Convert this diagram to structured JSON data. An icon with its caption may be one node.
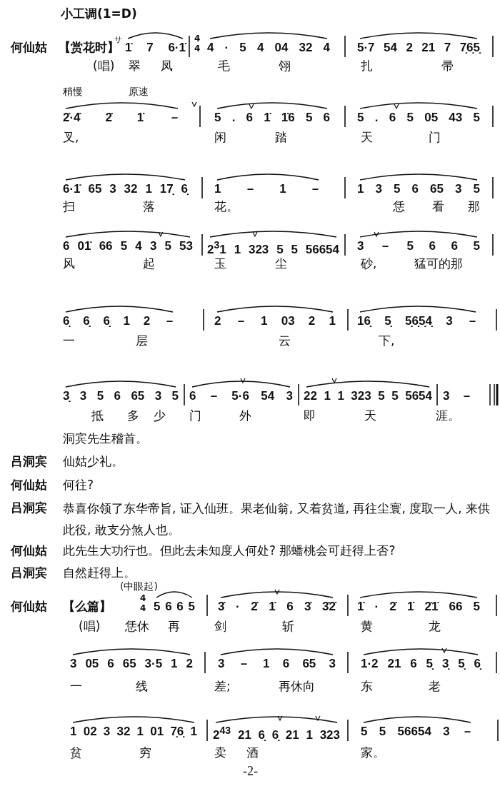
{
  "diagram": {
    "labels": [
      "小工调(1=D)",
      "何仙姑",
      "【赏花时】",
      "サ",
      "1̇ 7 6·1̇",
      "4",
      "4",
      "4 · 5 4 04 32 4",
      "5·7 54 2 21 7 7̣6̣5̣",
      "(唱)",
      "翠",
      "凤",
      "毛",
      "翎",
      "扎",
      "帚",
      "稍慢",
      "原速",
      "2̇·4̇ 2̇ 1̇ －",
      "5 . 6 1̇ 1̇6 5 6",
      "5 . 6 5 05 43 5",
      "叉,",
      "闲",
      "踏",
      "天",
      "门",
      "6·1̇ 65 3 32 1 17̣ 6̣",
      "1 － 1 －",
      "1 3 5 6 65 3 5",
      "扫",
      "落",
      "花。",
      "恁",
      "看",
      "那",
      "6 01̇ 66 5 4 3 5 53",
      "2$^{3}$1 1 323 5 5 56654",
      "3 － 5 6 6 5",
      "风",
      "起",
      "玉",
      "尘",
      "砂,",
      "猛可的那",
      "6̣ 6̣ 6̣ 1 2 －",
      "2 － 1 03 2 1",
      "16̣ 5̣ 5̣6̣5̣4̣ 3 －",
      "一",
      "层",
      "云",
      "下,",
      "3̣ 3 5 6 65 3 5",
      "6 － 5·6 54 3",
      "22 1 1 323 5 5 5654",
      "3 －",
      "抵",
      "多",
      "少",
      "门",
      "外",
      "即",
      "天",
      "涯。",
      "洞宾先生稽首。",
      "吕洞宾",
      "仙姑少礼。",
      "何仙姑",
      "何往?",
      "吕洞宾",
      "恭喜你领了东华帝旨, 证入仙班。果老仙翁, 又着贫道, 再往尘寰, 度取一人, 来供此役, 敢支分煞人也。",
      "何仙姑",
      "此先生大功行也。但此去未知度人何处? 那蟠桃会可赶得上否?",
      "吕洞宾",
      "自然赶得上。",
      "(中眼起)",
      "何仙姑",
      "【么篇】",
      "4",
      "4",
      "5 6 6 5",
      "3̇ · 2̇ 1̇ 6 3̇ 3̇2̇",
      "1̇ · 2̇ 1̇ 2̇1̇ 66 5",
      "(唱)",
      "恁休",
      "再",
      "剑",
      "斩",
      "黄",
      "龙",
      "3 05 6 65 3·5 1 2",
      "3 － 1 6 65 3",
      "1·2 21 6 5̣ 3̣ 5̣ 6̣",
      "一",
      "线",
      "差;",
      "再休向",
      "东",
      "老",
      "1 02 3 32 1 01 7̣6̣ 1",
      "2$^{43}$ 21 6̣ 6̣ 21 1 323",
      "5 5 56654 3 －",
      "贫",
      "穷",
      "卖",
      "酒",
      "家。",
      "-2-"
    ]
  }
}
